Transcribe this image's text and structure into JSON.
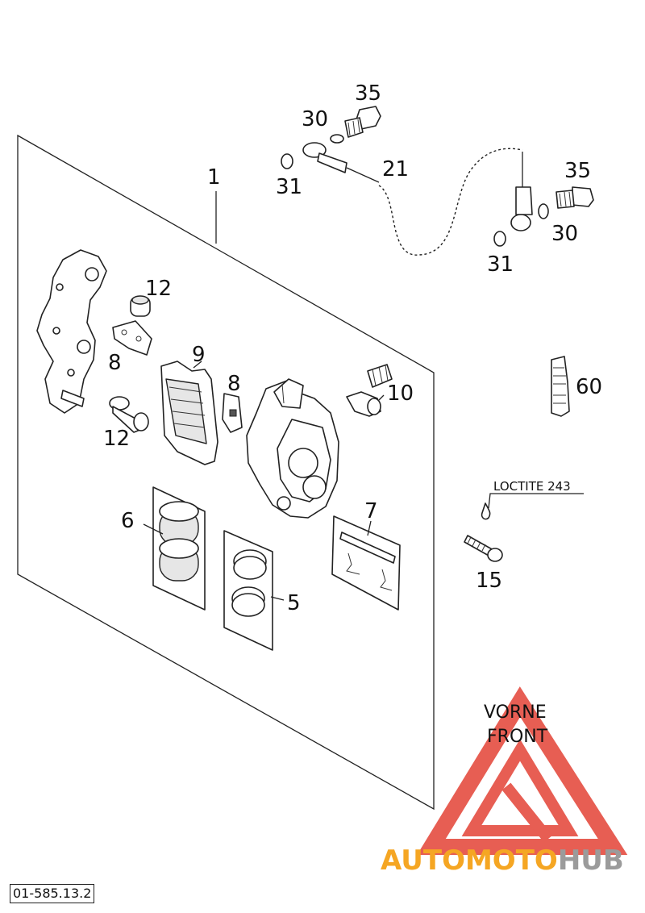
{
  "diagram": {
    "callouts": {
      "c1": "1",
      "c5": "5",
      "c6": "6",
      "c7": "7",
      "c8a": "8",
      "c8b": "8",
      "c9": "9",
      "c10": "10",
      "c12a": "12",
      "c12b": "12",
      "c15": "15",
      "c21": "21",
      "c30a": "30",
      "c30b": "30",
      "c31a": "31",
      "c31b": "31",
      "c35a": "35",
      "c35b": "35",
      "c60": "60"
    },
    "loctite_label": "LOCTITE 243",
    "front_label_de": "VORNE",
    "front_label_en": "FRONT",
    "drawing_code": "01-585.13.2"
  },
  "watermark": {
    "text_part1": "AUTOMOTO",
    "text_part2": "HUB",
    "color_orange": "#f5a623",
    "color_red": "#e23b2e",
    "color_gray": "#9b9b9b"
  }
}
